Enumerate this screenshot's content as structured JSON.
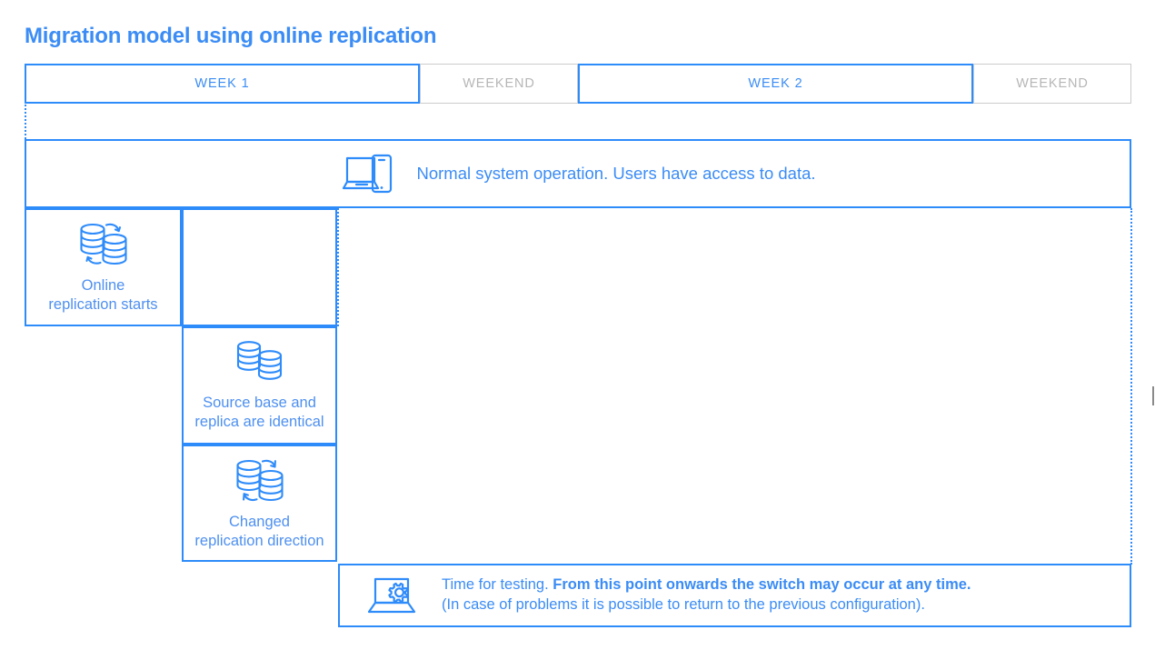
{
  "page": {
    "title": "Migration model using online replication",
    "accent_color": "#2e8bfa",
    "accent_text_color": "#3b8cf5",
    "muted_color": "#b6b6b6",
    "muted_border_color": "#cbcbcb",
    "background": "#ffffff"
  },
  "timeline": {
    "cells": [
      {
        "label": "WEEK 1",
        "kind": "week"
      },
      {
        "label": "WEEKEND",
        "kind": "weekend"
      },
      {
        "label": "WEEK 2",
        "kind": "week"
      },
      {
        "label": "WEEKEND",
        "kind": "weekend"
      }
    ]
  },
  "rows": {
    "normal_operation": {
      "text": "Normal system operation. Users have access to data.",
      "icon": "laptop-phone-icon"
    },
    "online_replication": {
      "text": "Online\nreplication starts",
      "icon": "database-replication-icon"
    },
    "identical": {
      "text": "Source base and\nreplica are identical",
      "icon": "database-pair-icon"
    },
    "changed_direction": {
      "text": "Changed\nreplication direction",
      "icon": "database-reverse-replication-icon"
    },
    "testing": {
      "line1_normal": "Time for testing. ",
      "line1_bold": "From this point onwards the switch may occur at any time.",
      "line2": "(In case of problems it is possible to return to the previous configuration).",
      "icon": "laptop-gear-icon"
    }
  }
}
